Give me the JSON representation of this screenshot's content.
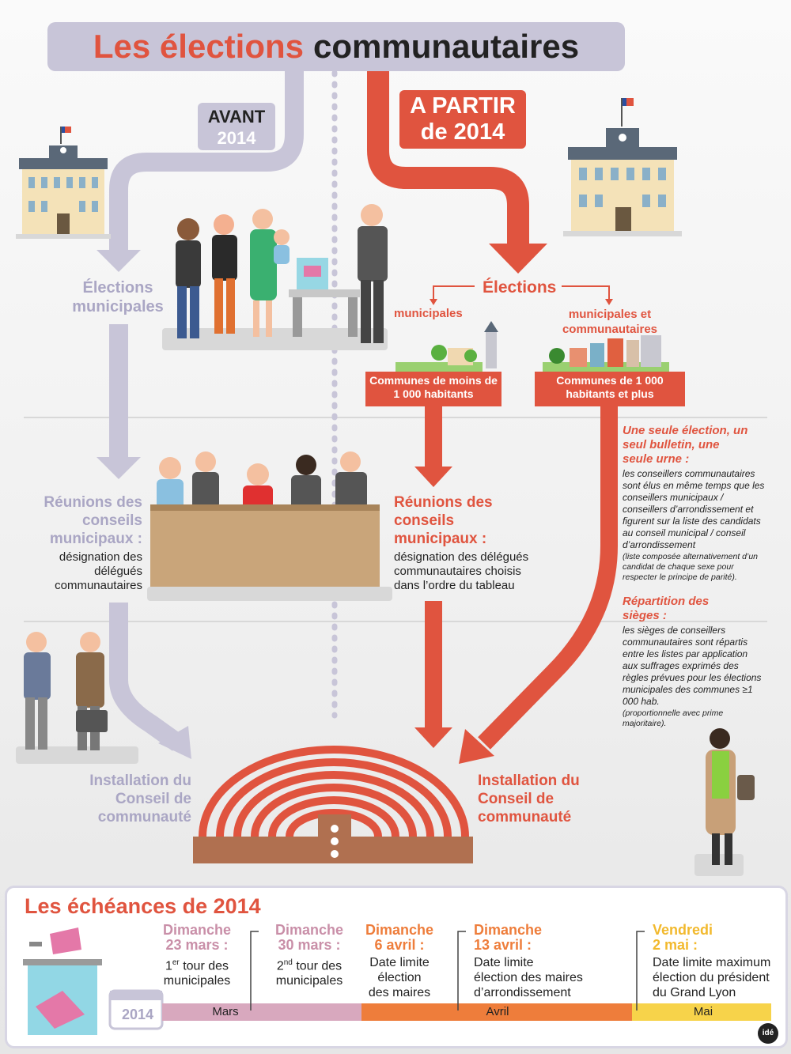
{
  "title": {
    "part1": "Les élections",
    "part2": "communautaires"
  },
  "avant": {
    "line1": "AVANT",
    "line2": "2014"
  },
  "apartir": {
    "line1": "A PARTIR",
    "line2": "de 2014"
  },
  "left": {
    "elections_municipales": "Élections municipales",
    "reunions_title": "Réunions des conseils municipaux :",
    "reunions_desc": "désignation des délégués communautaires",
    "installation": "Installation du Conseil de communauté"
  },
  "right": {
    "elections": "Élections",
    "municipales": "municipales",
    "municipales_et_communautaires": "municipales et communautaires",
    "banner_small": "Communes de moins de 1 000 habitants",
    "banner_large": "Communes de 1 000 habitants et plus",
    "reunions_title": "Réunions des conseils municipaux :",
    "reunions_desc": "désignation des délégués communautaires choisis dans l’ordre du tableau",
    "installation": "Installation du Conseil de communauté"
  },
  "notes": {
    "note1_title": "Une seule élection, un seul bulletin, une seule urne :",
    "note1_text": "les conseillers communautaires sont élus en même temps que les conseillers municipaux / conseillers d’arrondissement et figurent sur la liste des candidats au conseil municipal / conseil d’arrondissement",
    "note1_sub": "(liste composée alternativement d’un candidat de chaque sexe pour respecter le principe de parité).",
    "note2_title": "Répartition des sièges :",
    "note2_text": "les sièges de conseillers communautaires sont répartis entre les listes par application aux suffrages exprimés des règles prévues pour les élections municipales des communes ≥1 000 hab.",
    "note2_sub": "(proportionnelle avec prime majoritaire)."
  },
  "echeances": {
    "title": "Les échéances de 2014",
    "year": "2014",
    "dates": [
      {
        "day": "Dimanche",
        "date": "23 mars :",
        "desc1_prefix": "1",
        "desc1_sup": "er",
        "desc1_suffix": " tour des",
        "desc2": "municipales",
        "color": "#c98fa8"
      },
      {
        "day": "Dimanche",
        "date": "30 mars :",
        "desc1_prefix": "2",
        "desc1_sup": "nd",
        "desc1_suffix": " tour des",
        "desc2": "municipales",
        "color": "#c98fa8"
      },
      {
        "day": "Dimanche",
        "date": "6 avril :",
        "desc1": "Date limite",
        "desc2": "élection",
        "desc3": "des maires",
        "color": "#ee7d3b"
      },
      {
        "day": "Dimanche",
        "date": "13 avril :",
        "desc1": "Date limite",
        "desc2": "élection des maires",
        "desc3": "d’arrondissement",
        "color": "#ee7d3b"
      },
      {
        "day": "Vendredi",
        "date": "2 mai :",
        "desc1": "Date limite maximum",
        "desc2": "élection du président",
        "desc3": "du Grand Lyon",
        "color": "#f2b92d"
      }
    ],
    "months": [
      "Mars",
      "Avril",
      "Mai"
    ]
  },
  "logo": "idé",
  "colors": {
    "red": "#e0543f",
    "lavender": "#c8c5d8",
    "grey_text": "#aaa6c4"
  }
}
